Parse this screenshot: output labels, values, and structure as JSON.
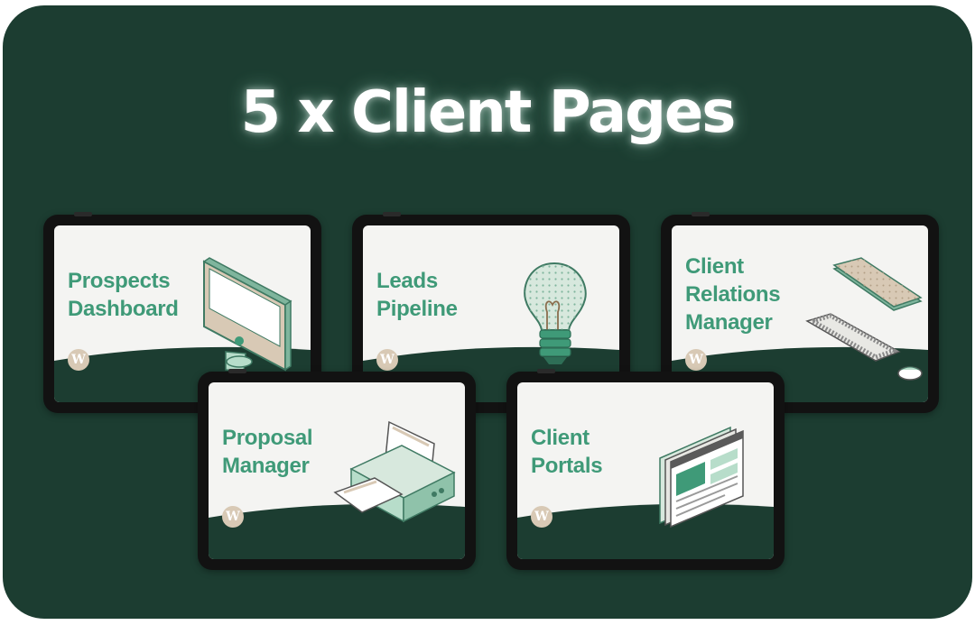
{
  "header": {
    "title": "5 x Client Pages"
  },
  "logo": {
    "glyph": "W"
  },
  "colors": {
    "background": "#1c3d31",
    "accent": "#3f9a78",
    "screen": "#f4f4f2",
    "device": "#121212"
  },
  "cards": [
    {
      "lines": [
        "Prospects",
        "Dashboard"
      ],
      "icon": "imac-icon"
    },
    {
      "lines": [
        "Leads",
        "Pipeline"
      ],
      "icon": "lightbulb-icon"
    },
    {
      "lines": [
        "Client",
        "Relations",
        "Manager"
      ],
      "icon": "tablet-keyboard-mouse-icon"
    },
    {
      "lines": [
        "Proposal",
        "Manager"
      ],
      "icon": "printer-icon"
    },
    {
      "lines": [
        "Client",
        "Portals"
      ],
      "icon": "browser-windows-icon"
    }
  ]
}
